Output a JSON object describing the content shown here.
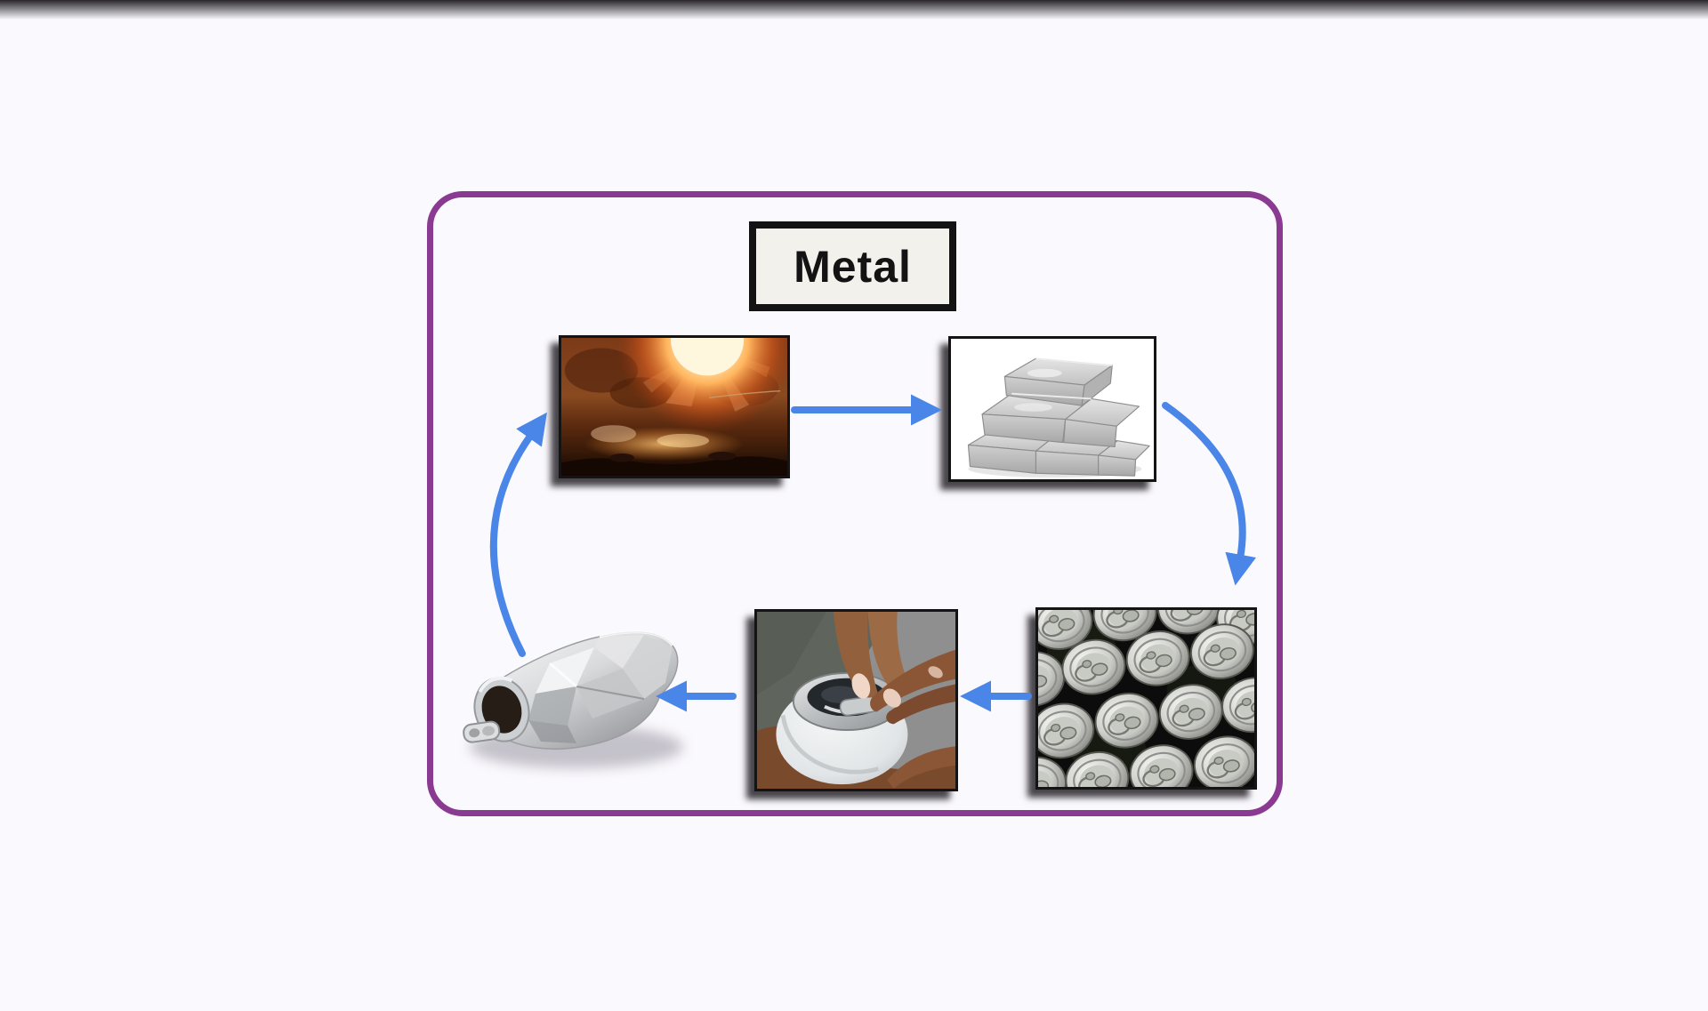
{
  "colors": {
    "background": "#faf9fd",
    "top_bar": "#28262b",
    "frame_purple": "#8b3a91",
    "arrow_blue": "#4a86e8",
    "title_box_bg": "#f2f1ec",
    "title_box_border": "#131313",
    "title_text": "#131313"
  },
  "diagram": {
    "title": "Metal",
    "type": "recycling-cycle",
    "nodes": [
      {
        "id": "smelting",
        "description": "Molten metal being smelted in a furnace with bright sparks"
      },
      {
        "id": "ingots",
        "description": "Pyramid stack of silver metal ingots on white background"
      },
      {
        "id": "cans",
        "description": "Tops of many new aluminum drink cans packed together"
      },
      {
        "id": "opening",
        "description": "Hands opening the pull tab of an aluminum can"
      },
      {
        "id": "crushed",
        "description": "Crushed empty aluminum can lying on its side"
      }
    ],
    "edges": [
      {
        "from": "smelting",
        "to": "ingots",
        "direction": "right"
      },
      {
        "from": "ingots",
        "to": "cans",
        "direction": "curve-down-right"
      },
      {
        "from": "cans",
        "to": "opening",
        "direction": "left"
      },
      {
        "from": "opening",
        "to": "crushed",
        "direction": "left"
      },
      {
        "from": "crushed",
        "to": "smelting",
        "direction": "curve-up-left"
      }
    ]
  }
}
